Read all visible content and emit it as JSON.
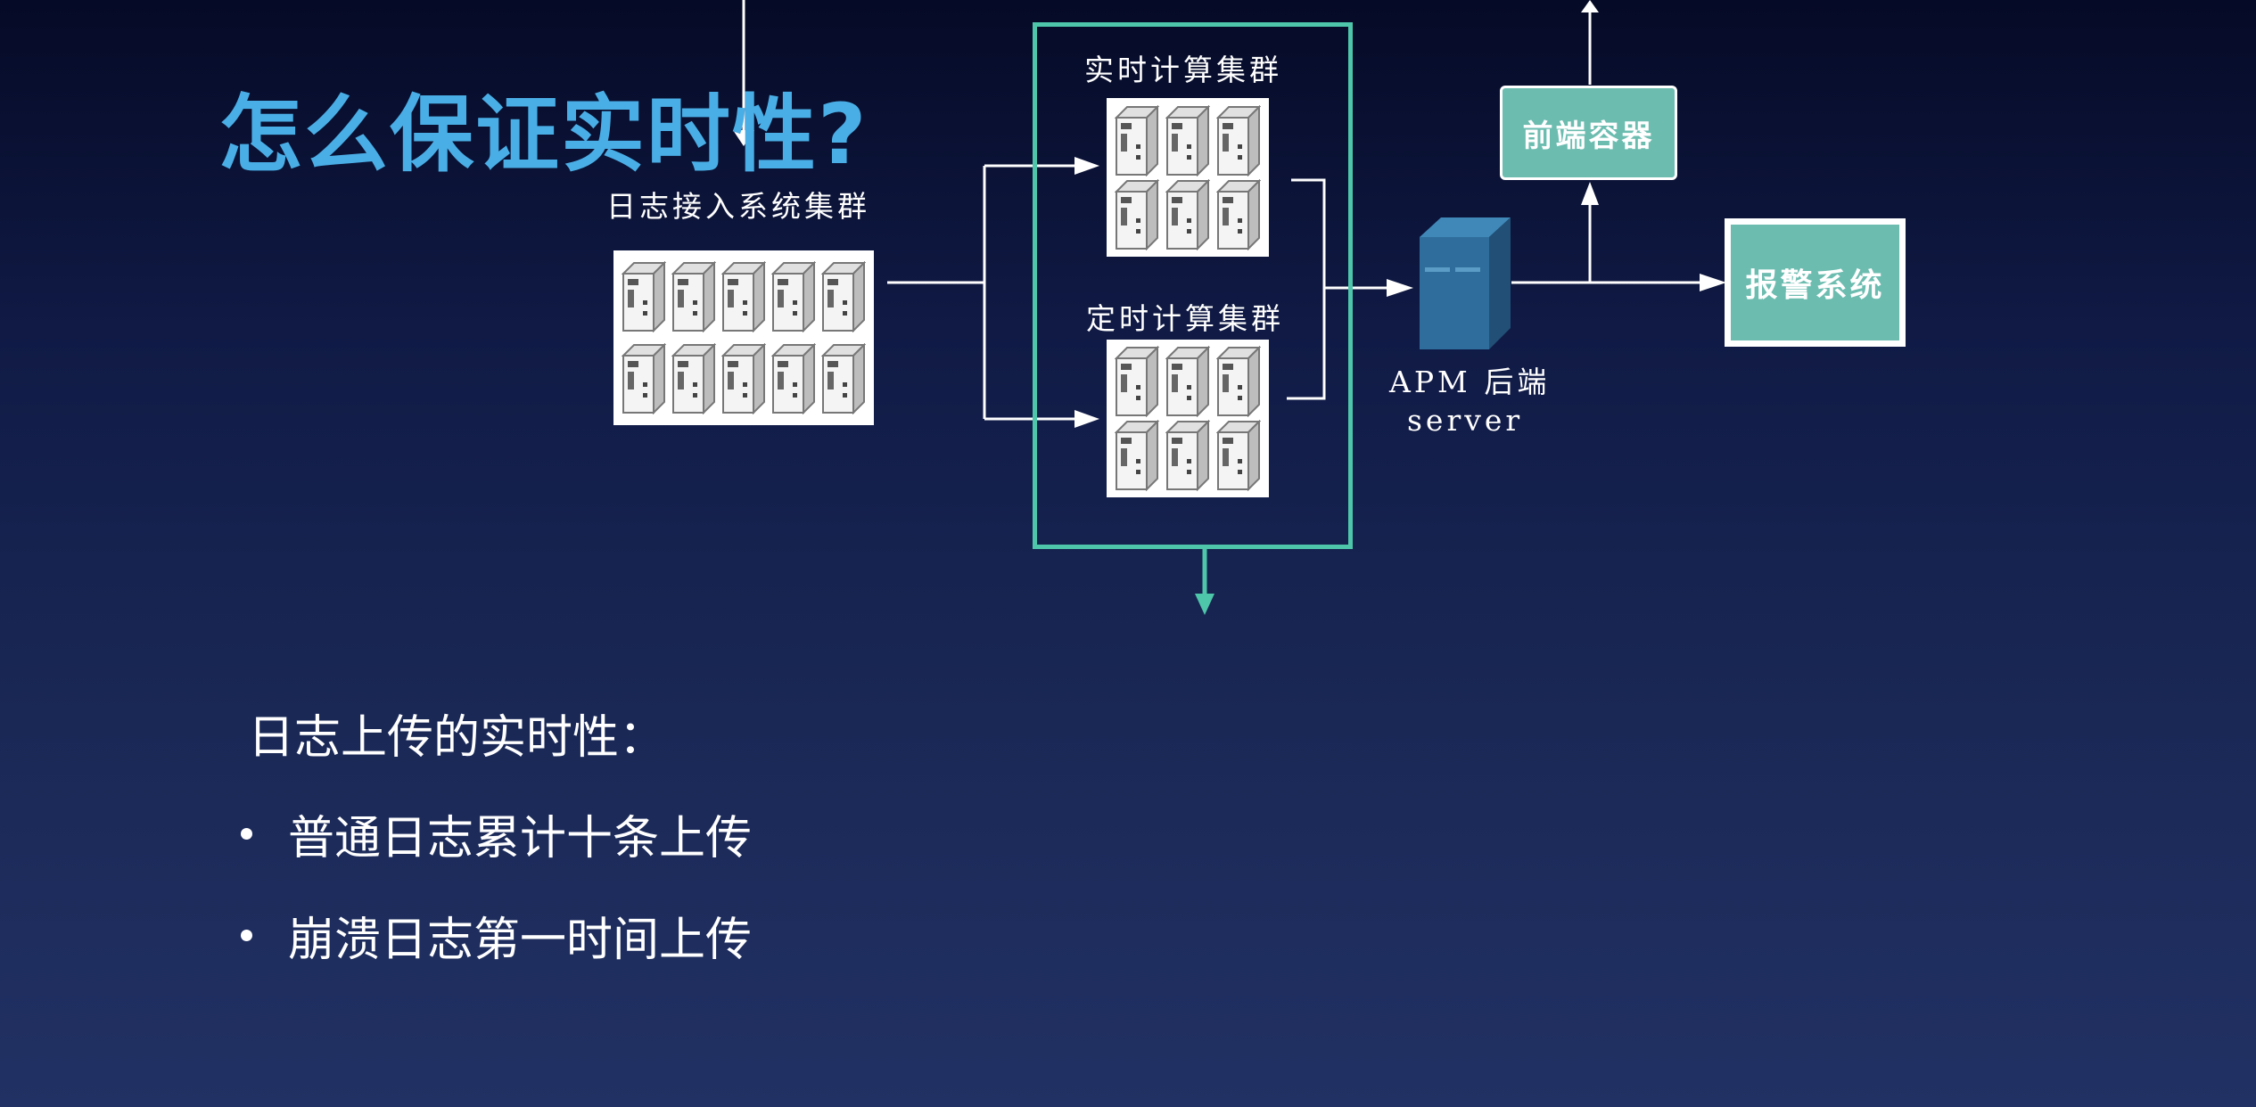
{
  "slide": {
    "title": "怎么保证实时性?",
    "subtitle": "日志上传的实时性：",
    "bullets": [
      "普通日志累计十条上传",
      "崩溃日志第一时间上传"
    ]
  },
  "diagram": {
    "log_ingest_label": "日志接入系统集群",
    "realtime_cluster_label": "实时计算集群",
    "scheduled_cluster_label": "定时计算集群",
    "apm_label_line1": "APM 后端",
    "apm_label_line2": "server",
    "frontend_label": "前端容器",
    "alarm_label": "报警系统"
  },
  "colors": {
    "title": "#4aaee6",
    "teal_box": "#6cbcb0",
    "frame": "#4ec6aa",
    "server_blue": "#2f6e9c",
    "line": "#ffffff"
  }
}
